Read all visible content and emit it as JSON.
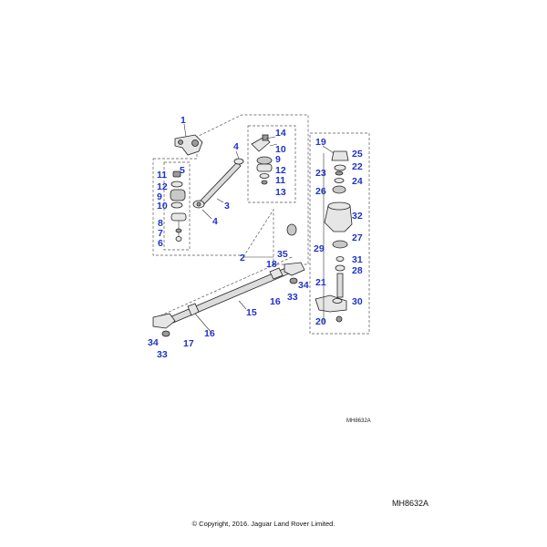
{
  "callouts": {
    "c1": "1",
    "c4a": "4",
    "c4b": "4",
    "c3": "3",
    "c14": "14",
    "c10r": "10",
    "c9r": "9",
    "c12r": "12",
    "c11r": "11",
    "c13": "13",
    "c11l": "11",
    "c5": "5",
    "c12l": "12",
    "c9l": "9",
    "c10l": "10",
    "c8": "8",
    "c7": "7",
    "c6": "6",
    "c2": "2",
    "c35": "35",
    "c18": "18",
    "c34r": "34",
    "c16r": "16",
    "c33r": "33",
    "c15": "15",
    "c16l": "16",
    "c17": "17",
    "c34l": "34",
    "c33l": "33",
    "c19": "19",
    "c25": "25",
    "c22": "22",
    "c23": "23",
    "c24": "24",
    "c26": "26",
    "c32": "32",
    "c27": "27",
    "c29": "29",
    "c31": "31",
    "c28": "28",
    "c21": "21",
    "c30": "30",
    "c20": "20"
  },
  "ref_small": "MH8632A",
  "ref_large": "MH8632A",
  "copyright": "© Copyright, 2016. Jaguar Land Rover Limited."
}
